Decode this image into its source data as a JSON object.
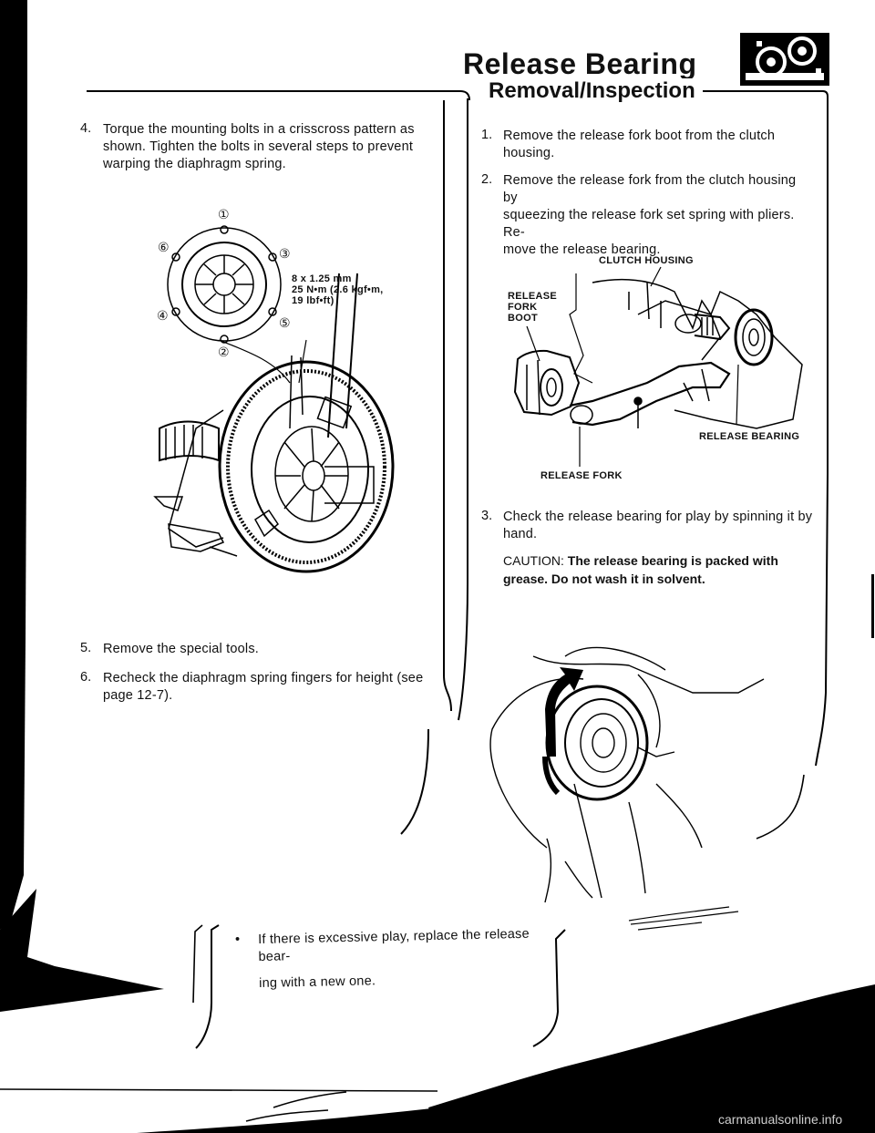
{
  "header": {
    "title": "Release Bearing",
    "subtitle": "Removal/Inspection",
    "icon": "transmission-gear-icon"
  },
  "left_column": {
    "step4": {
      "num": "4.",
      "lines": [
        "Torque the mounting bolts in a crisscross pattern as",
        "shown. Tighten the bolts in several steps to prevent",
        "warping the diaphragm spring."
      ]
    },
    "figure_bolt_sequence": [
      "①",
      "③",
      "⑥",
      "⑤",
      "④",
      "②"
    ],
    "figure_spec": [
      "8 x 1.25 mm",
      "25 N•m (2.6 kgf•m,",
      "19 lbf•ft)"
    ],
    "step5": {
      "num": "5.",
      "text": "Remove the special tools."
    },
    "step6": {
      "num": "6.",
      "lines": [
        "Recheck the diaphragm spring fingers for height (see",
        "page 12-7)."
      ]
    }
  },
  "right_column": {
    "step1": {
      "num": "1.",
      "lines": [
        "Remove the release fork boot from the clutch",
        "housing."
      ]
    },
    "step2": {
      "num": "2.",
      "lines": [
        "Remove the release fork from the clutch housing by",
        "squeezing the release fork set spring with pliers. Re-",
        "move the release bearing."
      ]
    },
    "figure_labels": {
      "clutch_housing": "CLUTCH HOUSING",
      "release_fork_boot": [
        "RELEASE",
        "FORK",
        "BOOT"
      ],
      "release_bearing": "RELEASE BEARING",
      "release_fork": "RELEASE FORK"
    },
    "step3": {
      "num": "3.",
      "lines": [
        "Check the release bearing for play by spinning it by",
        "hand."
      ]
    },
    "caution": {
      "lead": "CAUTION:",
      "lines": [
        "The release bearing is packed with",
        "grease. Do not wash it in solvent."
      ]
    },
    "bullet": {
      "mark": "•",
      "lines": [
        "If there is excessive play, replace the release bear-",
        "ing with a new one."
      ]
    }
  },
  "watermark": "carmanualsonline.info"
}
